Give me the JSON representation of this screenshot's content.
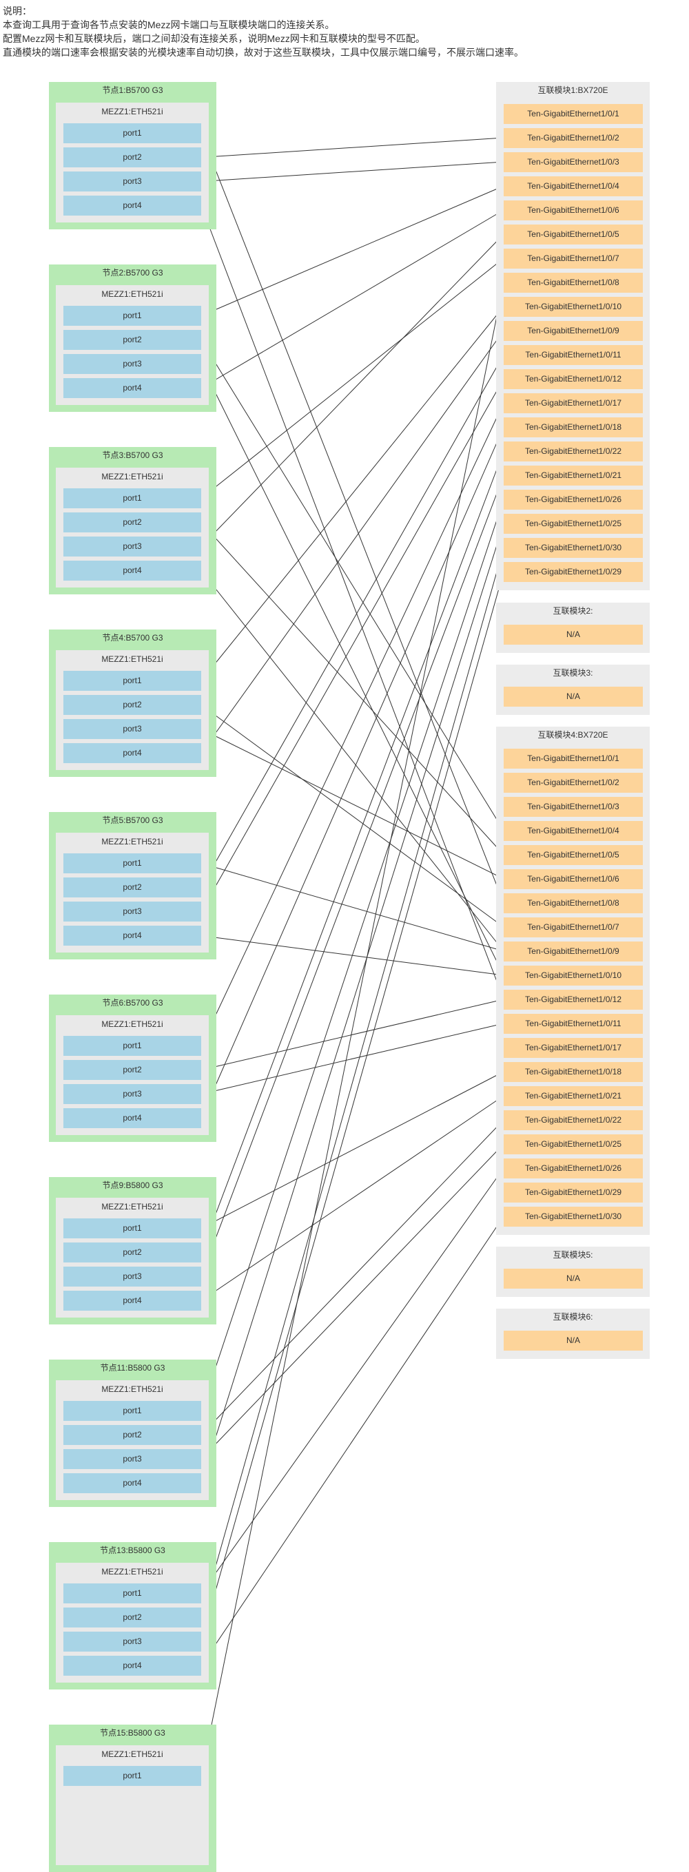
{
  "notes": [
    "说明：",
    "本查询工具用于查询各节点安装的Mezz网卡端口与互联模块端口的连接关系。",
    "配置Mezz网卡和互联模块后，端口之间却没有连接关系，说明Mezz网卡和互联模块的型号不匹配。",
    "直通模块的端口速率会根据安装的光模块速率自动切换，故对于这些互联模块，工具中仅展示端口编号，不展示端口速率。"
  ],
  "nodes": [
    {
      "title": "节点1:B5700 G3",
      "mezz": "MEZZ1:ETH521i",
      "ports": [
        "port1",
        "port2",
        "port3",
        "port4"
      ]
    },
    {
      "title": "节点2:B5700 G3",
      "mezz": "MEZZ1:ETH521i",
      "ports": [
        "port1",
        "port2",
        "port3",
        "port4"
      ]
    },
    {
      "title": "节点3:B5700 G3",
      "mezz": "MEZZ1:ETH521i",
      "ports": [
        "port1",
        "port2",
        "port3",
        "port4"
      ]
    },
    {
      "title": "节点4:B5700 G3",
      "mezz": "MEZZ1:ETH521i",
      "ports": [
        "port1",
        "port2",
        "port3",
        "port4"
      ]
    },
    {
      "title": "节点5:B5700 G3",
      "mezz": "MEZZ1:ETH521i",
      "ports": [
        "port1",
        "port2",
        "port3",
        "port4"
      ]
    },
    {
      "title": "节点6:B5700 G3",
      "mezz": "MEZZ1:ETH521i",
      "ports": [
        "port1",
        "port2",
        "port3",
        "port4"
      ]
    },
    {
      "title": "节点9:B5800 G3",
      "mezz": "MEZZ1:ETH521i",
      "ports": [
        "port1",
        "port2",
        "port3",
        "port4"
      ]
    },
    {
      "title": "节点11:B5800 G3",
      "mezz": "MEZZ1:ETH521i",
      "ports": [
        "port1",
        "port2",
        "port3",
        "port4"
      ]
    },
    {
      "title": "节点13:B5800 G3",
      "mezz": "MEZZ1:ETH521i",
      "ports": [
        "port1",
        "port2",
        "port3",
        "port4"
      ]
    },
    {
      "title": "节点15:B5800 G3",
      "mezz": "MEZZ1:ETH521i",
      "ports": [
        "port1"
      ]
    }
  ],
  "modules": [
    {
      "title": "互联模块1:BX720E",
      "ports": [
        "Ten-GigabitEthernet1/0/1",
        "Ten-GigabitEthernet1/0/2",
        "Ten-GigabitEthernet1/0/3",
        "Ten-GigabitEthernet1/0/4",
        "Ten-GigabitEthernet1/0/6",
        "Ten-GigabitEthernet1/0/5",
        "Ten-GigabitEthernet1/0/7",
        "Ten-GigabitEthernet1/0/8",
        "Ten-GigabitEthernet1/0/10",
        "Ten-GigabitEthernet1/0/9",
        "Ten-GigabitEthernet1/0/11",
        "Ten-GigabitEthernet1/0/12",
        "Ten-GigabitEthernet1/0/17",
        "Ten-GigabitEthernet1/0/18",
        "Ten-GigabitEthernet1/0/22",
        "Ten-GigabitEthernet1/0/21",
        "Ten-GigabitEthernet1/0/26",
        "Ten-GigabitEthernet1/0/25",
        "Ten-GigabitEthernet1/0/30",
        "Ten-GigabitEthernet1/0/29"
      ]
    },
    {
      "title": "互联模块2:",
      "ports": [
        "N/A"
      ]
    },
    {
      "title": "互联模块3:",
      "ports": [
        "N/A"
      ]
    },
    {
      "title": "互联模块4:BX720E",
      "ports": [
        "Ten-GigabitEthernet1/0/1",
        "Ten-GigabitEthernet1/0/2",
        "Ten-GigabitEthernet1/0/3",
        "Ten-GigabitEthernet1/0/4",
        "Ten-GigabitEthernet1/0/5",
        "Ten-GigabitEthernet1/0/6",
        "Ten-GigabitEthernet1/0/8",
        "Ten-GigabitEthernet1/0/7",
        "Ten-GigabitEthernet1/0/9",
        "Ten-GigabitEthernet1/0/10",
        "Ten-GigabitEthernet1/0/12",
        "Ten-GigabitEthernet1/0/11",
        "Ten-GigabitEthernet1/0/17",
        "Ten-GigabitEthernet1/0/18",
        "Ten-GigabitEthernet1/0/21",
        "Ten-GigabitEthernet1/0/22",
        "Ten-GigabitEthernet1/0/25",
        "Ten-GigabitEthernet1/0/26",
        "Ten-GigabitEthernet1/0/29",
        "Ten-GigabitEthernet1/0/30"
      ]
    },
    {
      "title": "互联模块5:",
      "ports": [
        "N/A"
      ]
    },
    {
      "title": "互联模块6:",
      "ports": [
        "N/A"
      ]
    }
  ],
  "connections": [
    [
      0,
      0,
      3,
      6
    ],
    [
      0,
      1,
      0,
      1
    ],
    [
      0,
      2,
      0,
      2
    ],
    [
      0,
      3,
      3,
      10
    ],
    [
      1,
      0,
      0,
      3
    ],
    [
      1,
      1,
      3,
      3
    ],
    [
      1,
      2,
      3,
      9
    ],
    [
      1,
      3,
      0,
      4
    ],
    [
      2,
      0,
      0,
      6
    ],
    [
      2,
      1,
      3,
      4
    ],
    [
      2,
      2,
      0,
      5
    ],
    [
      2,
      3,
      3,
      8
    ],
    [
      3,
      0,
      0,
      8
    ],
    [
      3,
      1,
      3,
      7
    ],
    [
      3,
      2,
      3,
      5
    ],
    [
      3,
      3,
      0,
      9
    ],
    [
      4,
      0,
      3,
      8
    ],
    [
      4,
      1,
      0,
      10
    ],
    [
      4,
      2,
      0,
      11
    ],
    [
      4,
      3,
      3,
      9
    ],
    [
      5,
      0,
      0,
      12
    ],
    [
      5,
      1,
      3,
      10
    ],
    [
      5,
      2,
      3,
      11
    ],
    [
      5,
      3,
      0,
      13
    ],
    [
      6,
      0,
      3,
      13
    ],
    [
      6,
      1,
      0,
      14
    ],
    [
      6,
      2,
      0,
      15
    ],
    [
      6,
      3,
      3,
      14
    ],
    [
      7,
      0,
      0,
      16
    ],
    [
      7,
      1,
      3,
      15
    ],
    [
      7,
      2,
      3,
      16
    ],
    [
      7,
      3,
      0,
      17
    ],
    [
      8,
      0,
      3,
      17
    ],
    [
      8,
      1,
      0,
      18
    ],
    [
      8,
      2,
      0,
      19
    ],
    [
      8,
      3,
      3,
      19
    ],
    [
      9,
      0,
      0,
      7
    ]
  ]
}
